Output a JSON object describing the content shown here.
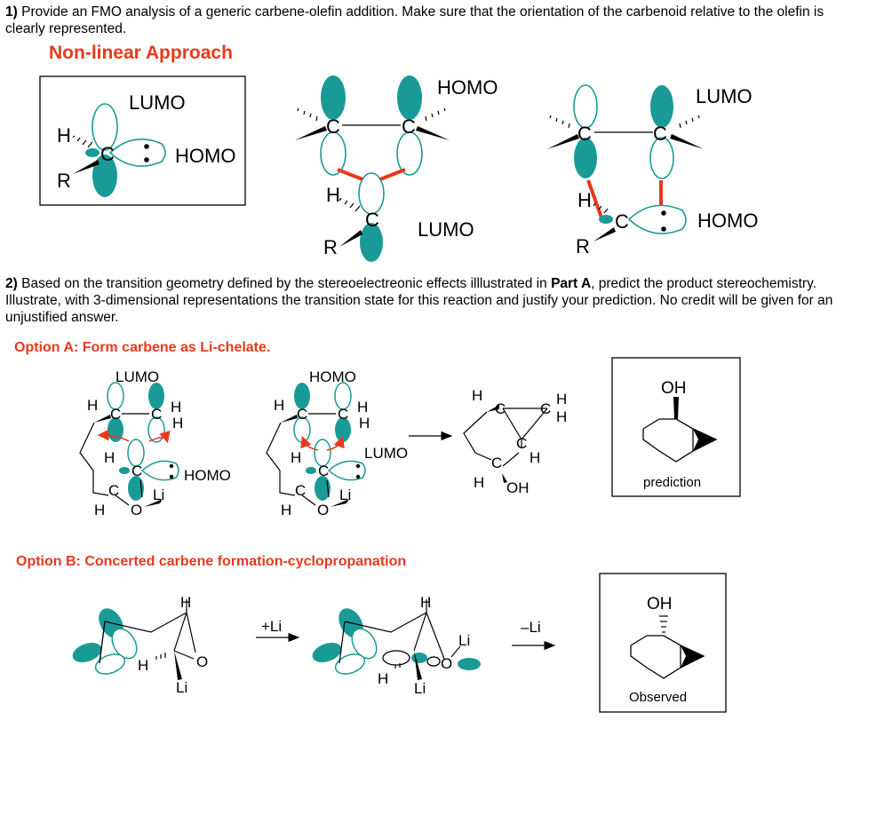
{
  "q1": {
    "num": "1)",
    "text": "Provide an FMO analysis of a generic carbene-olefin addition. Make sure that the orientation of  the carbenoid relative to the olefin is",
    "text2": "clearly represented."
  },
  "nonlinear_title": "Non-linear Approach",
  "fmo_labels": {
    "lumo": "LUMO",
    "homo": "HOMO"
  },
  "atoms": {
    "C": "C",
    "H": "H",
    "R": "R",
    "O": "O",
    "Li": "Li"
  },
  "q2": {
    "num": "2)",
    "pre": "Based on the transition geometry defined by the stereoelectreonic effects illlustrated in ",
    "bold": "Part A",
    "post": ", predict the product stereochemistry.",
    "line2": "Illustrate, with 3-dimensional representations the transition state for this reaction and justify your prediction. No credit will be given for an",
    "line3": "unjustified  answer."
  },
  "optionA_title": "Option A: Form carbene as Li-chelate.",
  "optionB_title": "Option B: Concerted carbene formation-cyclopropanation",
  "oh": "OH",
  "prediction": "prediction",
  "observed": "Observed",
  "plus_li": "+Li",
  "minus_li": "–Li"
}
